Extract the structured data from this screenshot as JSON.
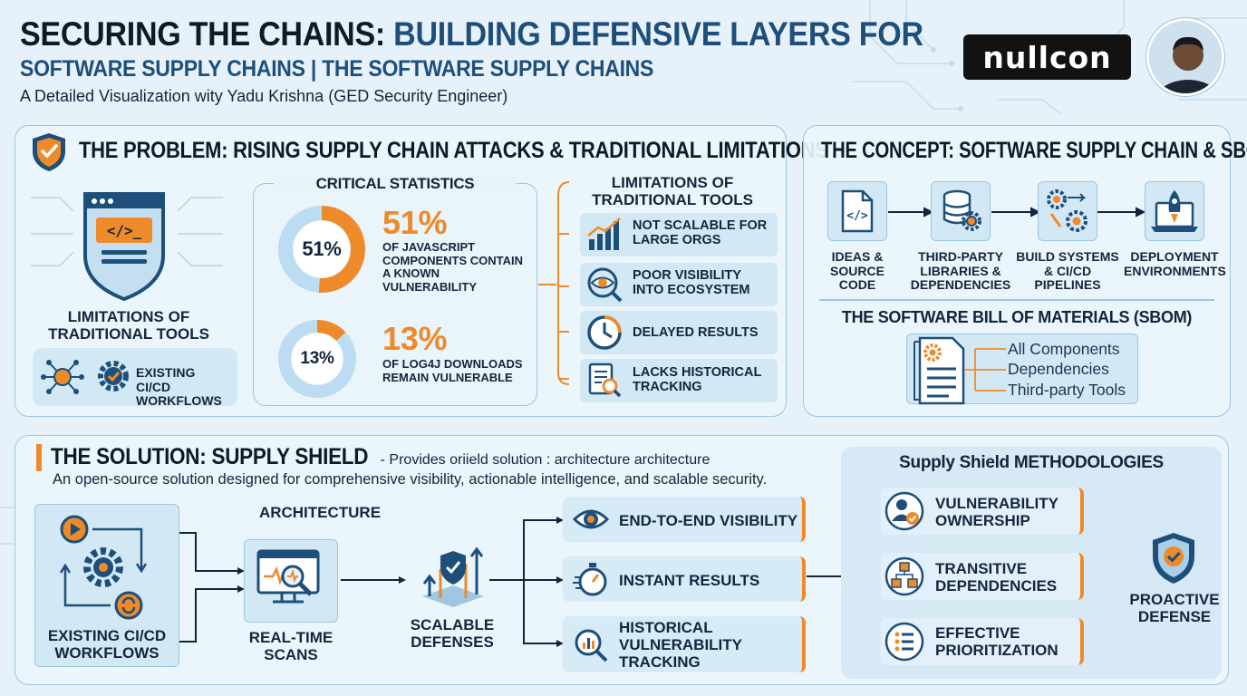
{
  "header": {
    "title_dark": "SECURING THE CHAINS:",
    "title_blue": "BUILDING DEFENSIVE LAYERS FOR",
    "subtitle": "SOFTWARE SUPPLY CHAINS | THE SOFTWARE SUPPLY CHAINS",
    "byline": "A Detailed Visualization wity Yadu Krishna (GED Security Engineer)",
    "logo_text": "nullcon"
  },
  "problem": {
    "heading": "THE PROBLEM: RISING SUPPLY CHAIN ATTACKS & TRADITIONAL LIMITATIONS",
    "left_label": "LIMITATIONS OF TRADITIONAL TOOLS",
    "left_workflow_label": "EXISTING CI/CD WORKFLOWS",
    "stats_heading": "CRITICAL STATISTICS",
    "stats": [
      {
        "value": 51,
        "center": "51%",
        "big": "51%",
        "desc": "OF JAVASCRIPT COMPONENTS CONTAIN A KNOWN VULNERABILITY"
      },
      {
        "value": 13,
        "center": "13%",
        "big": "13%",
        "desc": "OF LOG4J DOWNLOADS REMAIN VULNERABLE"
      }
    ],
    "limitations_heading": "LIMITATIONS OF TRADITIONAL TOOLS",
    "limitations": [
      {
        "icon": "bar-chart-icon",
        "label": "NOT SCALABLE FOR LARGE ORGS"
      },
      {
        "icon": "eye-search-icon",
        "label": "POOR VISIBILITY INTO ECOSYSTEM"
      },
      {
        "icon": "clock-icon",
        "label": "DELAYED RESULTS"
      },
      {
        "icon": "document-search-icon",
        "label": "LACKS HISTORICAL TRACKING"
      }
    ]
  },
  "concept": {
    "heading": "THE CONCEPT: SOFTWARE SUPPLY CHAIN & SBOM",
    "steps": [
      {
        "icon": "code-file-icon",
        "label": "IDEAS & SOURCE CODE"
      },
      {
        "icon": "database-gear-icon",
        "label": "THIRD-PARTY LIBRARIES & DEPENDENCIES"
      },
      {
        "icon": "gears-icon",
        "label": "BUILD SYSTEMS & CI/CD PIPELINES"
      },
      {
        "icon": "rocket-laptop-icon",
        "label": "DEPLOYMENT ENVIRONMENTS"
      }
    ],
    "sbom_heading": "THE SOFTWARE BILL OF MATERIALS (SBOM)",
    "sbom_items": [
      "All Components",
      "Dependencies",
      "Third-party Tools"
    ]
  },
  "solution": {
    "heading": "THE SOLUTION: SUPPLY SHIELD",
    "heading_suffix": " - Provides oriield solution : architecture architecture",
    "description": "An open-source solution designed for comprehensive visibility, actionable intelligence, and scalable security.",
    "architecture_label": "ARCHITECTURE",
    "workflow_label": "EXISTING CI/CD WORKFLOWS",
    "scans_label": "REAL-TIME SCANS",
    "defenses_label": "SCALABLE DEFENSES",
    "features": [
      {
        "icon": "eye-icon",
        "label": "END-TO-END VISIBILITY"
      },
      {
        "icon": "stopwatch-icon",
        "label": "INSTANT RESULTS"
      },
      {
        "icon": "search-chart-icon",
        "label": "HISTORICAL VULNERABILITY TRACKING"
      }
    ],
    "methodologies_heading": "Supply Shield METHODOLOGIES",
    "methodologies": [
      {
        "icon": "user-check-icon",
        "label": "VULNERABILITY OWNERSHIP"
      },
      {
        "icon": "cubes-icon",
        "label": "TRANSITIVE DEPENDENCIES"
      },
      {
        "icon": "checklist-icon",
        "label": "EFFECTIVE PRIORITIZATION"
      }
    ],
    "outcome_label": "PROACTIVE DEFENSE"
  },
  "colors": {
    "accent": "#ef8a2b",
    "navy": "#13253b",
    "blue": "#1d4f7a",
    "panel_border": "#9cc6e0",
    "card": "#d3e8f5"
  }
}
